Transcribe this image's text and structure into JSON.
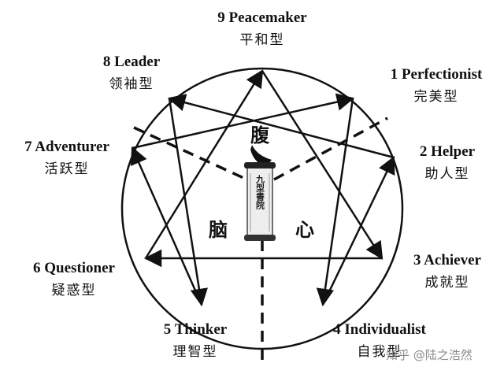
{
  "types": [
    {
      "id": "t9",
      "en": "9 Peacemaker",
      "zh": "平和型"
    },
    {
      "id": "t1",
      "en": "1 Perfectionist",
      "zh": "完美型"
    },
    {
      "id": "t2",
      "en": "2 Helper",
      "zh": "助人型"
    },
    {
      "id": "t3",
      "en": "3 Achiever",
      "zh": "成就型"
    },
    {
      "id": "t4",
      "en": "4 Individualist",
      "zh": "自我型"
    },
    {
      "id": "t5",
      "en": "5 Thinker",
      "zh": "理智型"
    },
    {
      "id": "t6",
      "en": "6 Questioner",
      "zh": "疑惑型"
    },
    {
      "id": "t7",
      "en": "7 Adventurer",
      "zh": "活跃型"
    },
    {
      "id": "t8",
      "en": "8 Leader",
      "zh": "领袖型"
    }
  ],
  "centers": {
    "gut": "腹",
    "head": "脑",
    "heart": "心"
  },
  "emblem": {
    "text": "九型書院"
  },
  "watermark": "知乎 @陆之浩然"
}
